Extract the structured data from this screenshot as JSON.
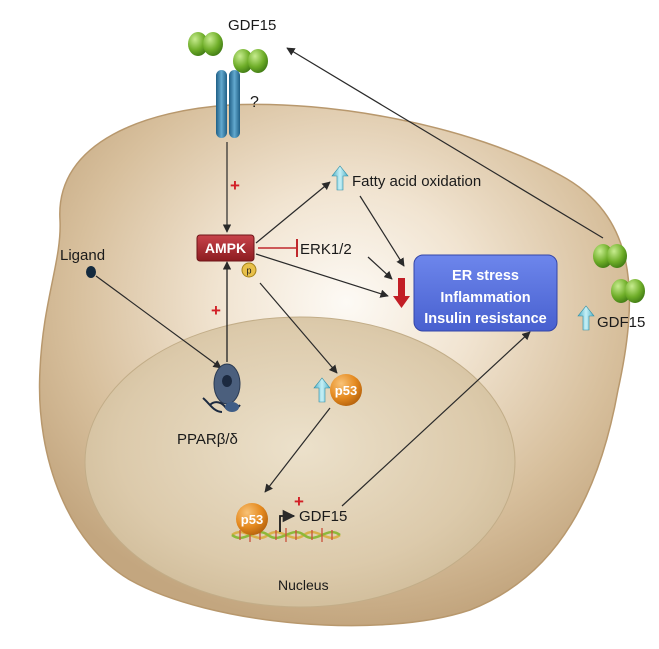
{
  "labels": {
    "gdf15_top": "GDF15",
    "receptor_unknown": "?",
    "fatty_acid_oxidation": "Fatty acid oxidation",
    "ampk": "AMPK",
    "phospho": "p",
    "erk": "ERK1/2",
    "ligand": "Ligand",
    "ppar": "PPARβ/δ",
    "p53_up": "p53",
    "p53_nucleus": "p53",
    "gdf15_gene": "GDF15",
    "gdf15_right": "GDF15",
    "nucleus": "Nucleus",
    "plus": "+"
  },
  "er_box": {
    "lines": [
      "ER stress",
      "Inflammation",
      "Insulin resistance"
    ]
  },
  "colors": {
    "cell_outer": "#c7ab85",
    "cell_inner": "#fbf7f1",
    "nucleus": "#d3c2a4",
    "ampk": "#a8282b",
    "box": "#5a72dd",
    "p53": "#e58a1f",
    "green": "#6fae29",
    "up_arrow": "#8fd3e0",
    "inhibit": "#c0282c",
    "plus": "#d21f26"
  }
}
